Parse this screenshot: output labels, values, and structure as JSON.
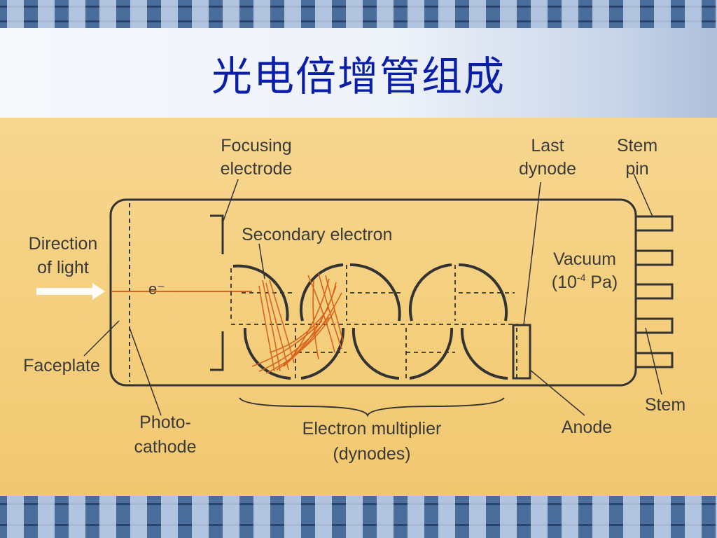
{
  "slide": {
    "title": "光电倍增管组成"
  },
  "diagram": {
    "labels": {
      "focusing_1": "Focusing",
      "focusing_2": "electrode",
      "last_1": "Last",
      "last_2": "dynode",
      "stem_pin_1": "Stem",
      "stem_pin_2": "pin",
      "direction_1": "Direction",
      "direction_2": "of light",
      "secondary": "Secondary electron",
      "electron": "e⁻",
      "vacuum_1": "Vacuum",
      "vacuum_2": "(10",
      "vacuum_exp": "-4",
      "vacuum_3": " Pa)",
      "faceplate": "Faceplate",
      "photo_1": "Photo-",
      "photo_2": "cathode",
      "multiplier_1": "Electron multiplier",
      "multiplier_2": "(dynodes)",
      "anode": "Anode",
      "stem": "Stem"
    },
    "colors": {
      "line": "#333333",
      "electron_path": "#d9641e",
      "arrow": "#ffffff",
      "background": "#f4cf7e"
    }
  }
}
